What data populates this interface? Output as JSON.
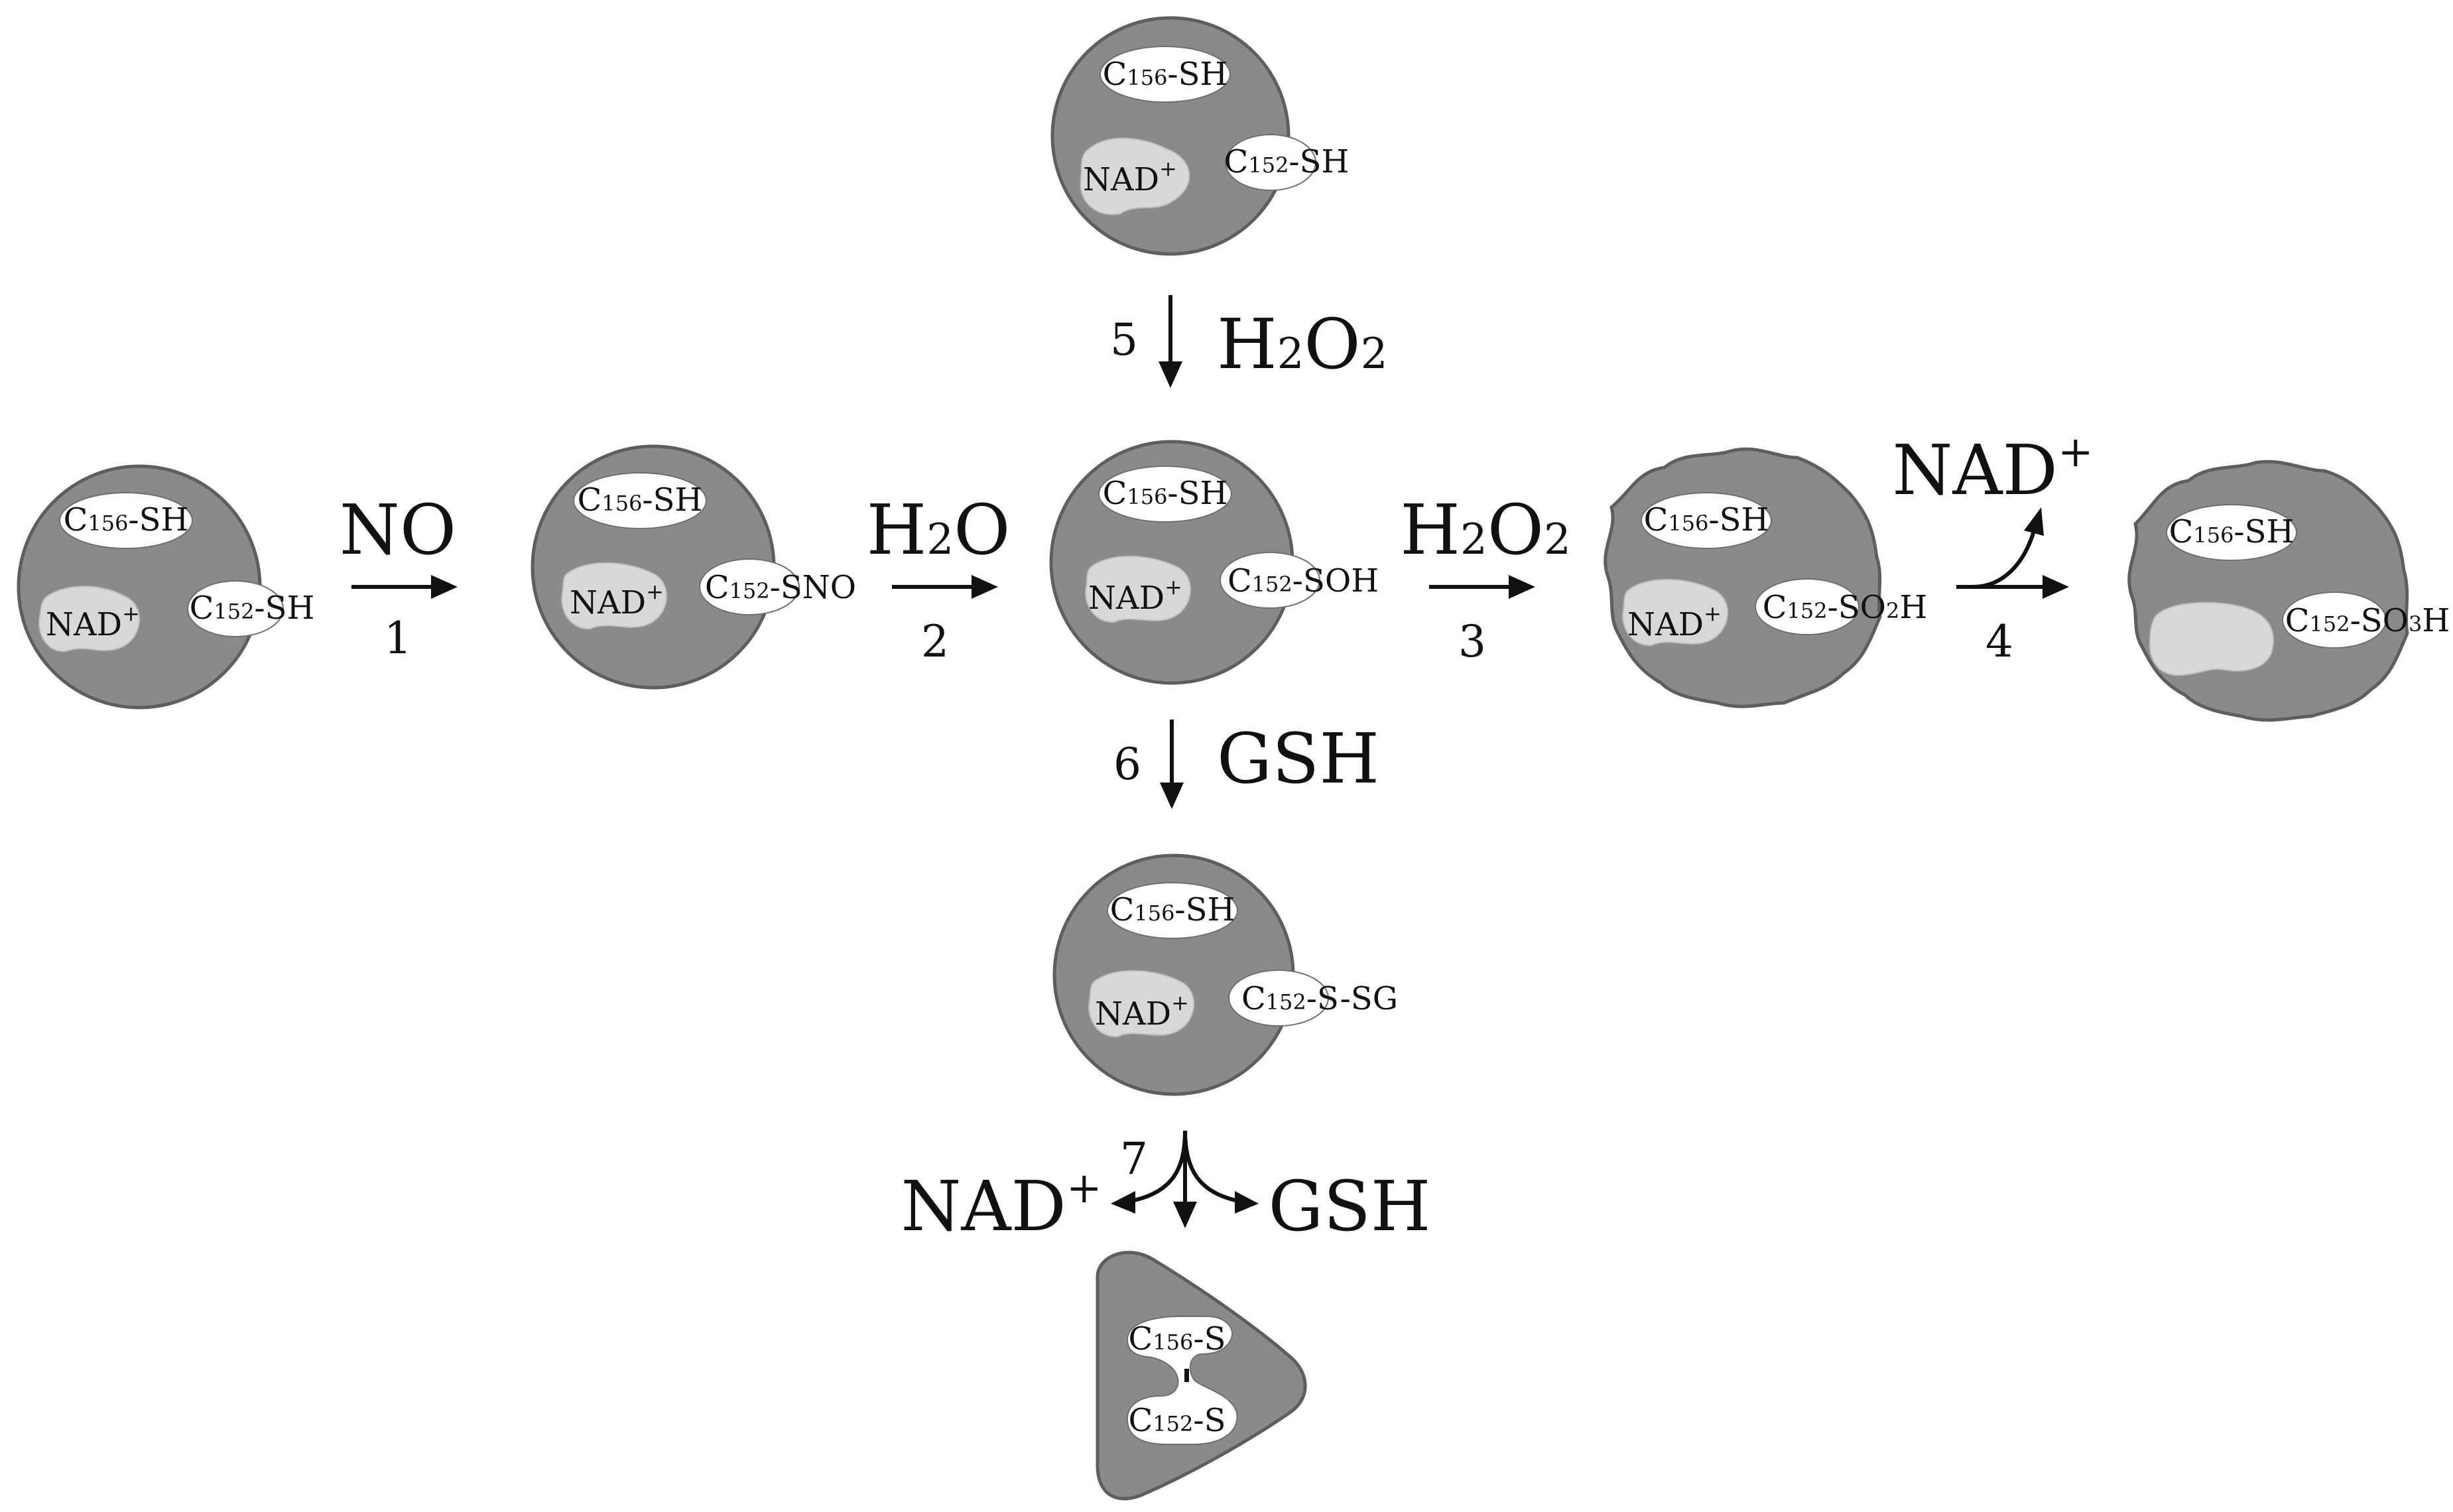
{
  "labels": {
    "c156_sh": "C156-SH",
    "c152_sh": "C152-SH",
    "c152_sno": "C152-SNO",
    "c152_soh": "C152-SOH",
    "c152_so2h": "C152-SO2H",
    "c152_so3h": "C152-SO3H",
    "c152_ssg": "C152-S-SG",
    "c156_s": "C156-S",
    "c152_s": "C152-S",
    "nad_plus": "NAD+"
  },
  "reactions": [
    {
      "step": "1",
      "reagent": "NO"
    },
    {
      "step": "2",
      "reagent": "H2O"
    },
    {
      "step": "3",
      "reagent": "H2O2"
    },
    {
      "step": "4",
      "product": "NAD+"
    },
    {
      "step": "5",
      "reagent": "H2O2"
    },
    {
      "step": "6",
      "reagent": "GSH"
    },
    {
      "step": "7",
      "products": [
        "NAD+",
        "GSH"
      ]
    }
  ]
}
